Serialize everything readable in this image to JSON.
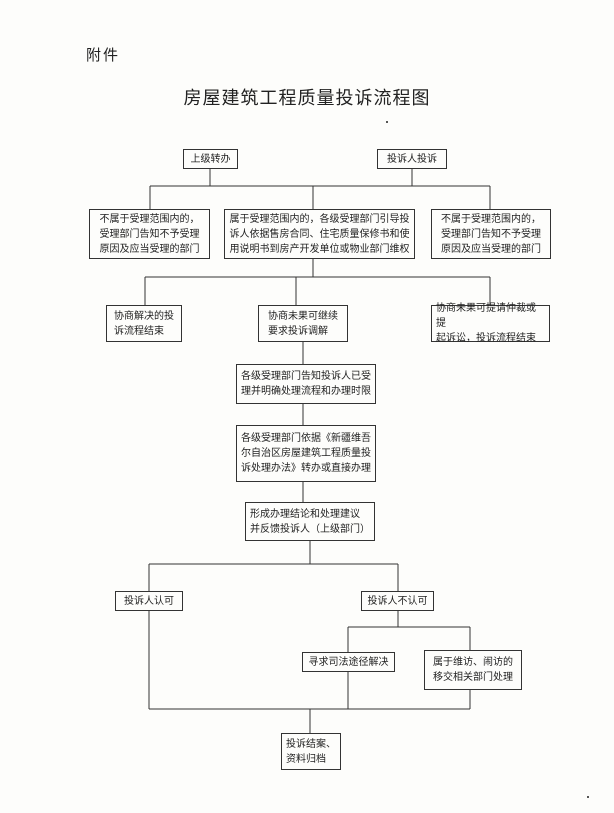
{
  "header": {
    "attachment": "附件"
  },
  "title": "房屋建筑工程质量投诉流程图",
  "nodes": {
    "superior_transfer": "上级转办",
    "complainant_complaint": "投诉人投诉",
    "not_in_scope_left": "不属于受理范围内的，\n受理部门告知不予受理\n原因及应当受理的部门",
    "in_scope": "属于受理范围内的，各级受理部门引导投\n诉人依据售房合同、住宅质量保修书和使\n用说明书到房产开发单位或物业部门维权",
    "not_in_scope_right": "不属于受理范围内的，\n受理部门告知不予受理\n原因及应当受理的部门",
    "negotiation_resolved": "协商解决的投\n诉流程结束",
    "continue_request": "协商未果可继续\n要求投诉调解",
    "arbitration": "协商未果可提请仲裁或提\n起诉讼，投诉流程结束",
    "notify_accepted": "各级受理部门告知投诉人已受\n理并明确处理流程和办理时限",
    "transfer_or_handle": "各级受理部门依据《新疆维吾\n尔自治区房屋建筑工程质量投\n诉处理办法》转办或直接办理",
    "conclusion_feedback": "形成办理结论和处理建议\n并反馈投诉人（上级部门）",
    "complainant_approves": "投诉人认可",
    "complainant_disapproves": "投诉人不认可",
    "judicial_route": "寻求司法途径解决",
    "petition_transfer": "属于维访、闹访的\n移交相关部门处理",
    "case_closed": "投诉结案、\n资料归档"
  }
}
